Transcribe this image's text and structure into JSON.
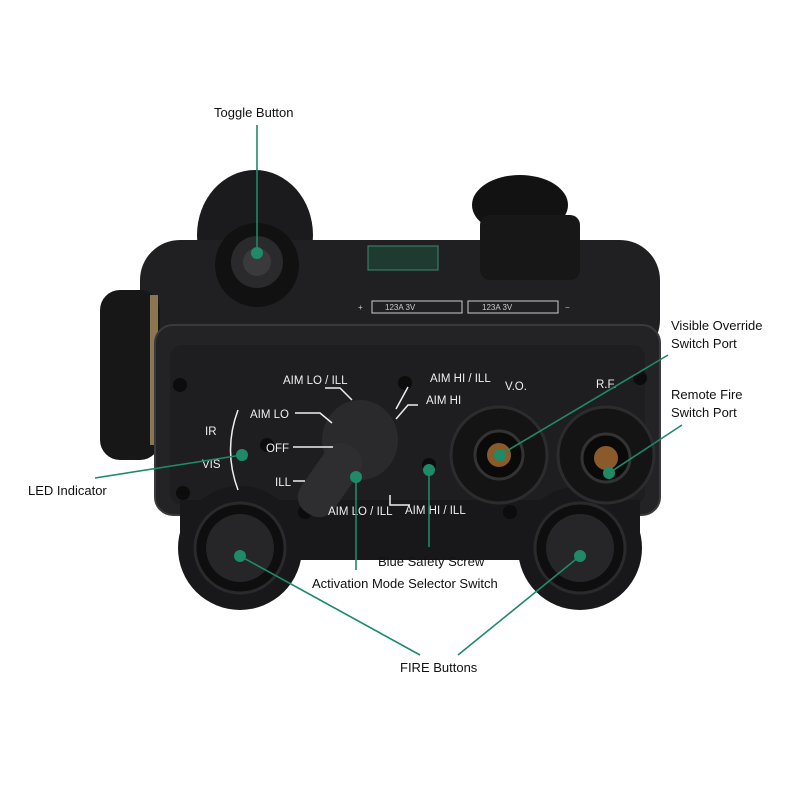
{
  "callouts": {
    "toggle_button": "Toggle Button",
    "visible_override_1": "Visible Override",
    "visible_override_2": "Switch Port",
    "remote_fire_1": "Remote Fire",
    "remote_fire_2": "Switch Port",
    "led_indicator": "LED Indicator",
    "blue_safety_screw": "Blue Safety Screw",
    "activation_switch": "Activation Mode Selector Switch",
    "fire_buttons": "FIRE Buttons"
  },
  "panel_labels": {
    "aim_lo_ill_top": "AIM LO / ILL",
    "aim_hi_ill_top": "AIM HI / ILL",
    "aim_lo": "AIM LO",
    "aim_hi": "AIM HI",
    "off": "OFF",
    "ill": "ILL",
    "aim_lo_ill_bottom": "AIM LO / ILL",
    "aim_hi_ill_bottom": "AIM HI / ILL",
    "ir": "IR",
    "vis": "VIS",
    "vo": "V.O.",
    "rf": "R.F.",
    "battery_1": "123A 3V",
    "battery_2": "123A 3V",
    "plus": "+",
    "minus": "−"
  },
  "colors": {
    "callout": "#1e8a68",
    "body": "#1c1c1e"
  }
}
